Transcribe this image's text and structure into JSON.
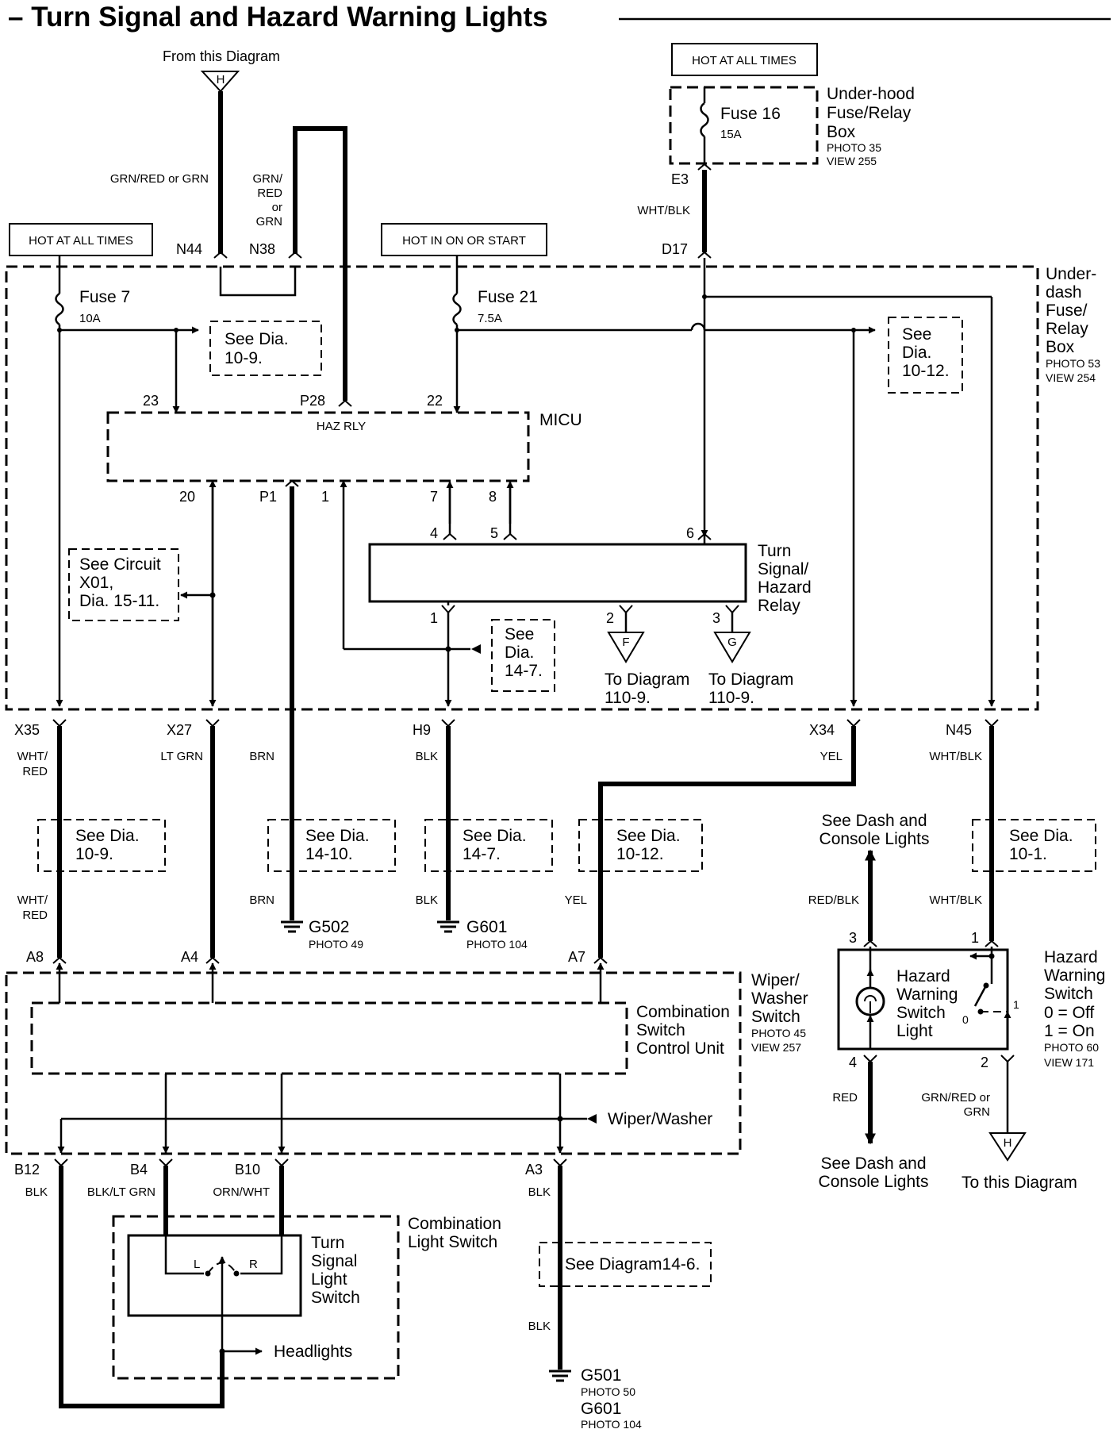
{
  "title": "– Turn Signal and Hazard Warning Lights",
  "top": {
    "from_this_diagram": "From this Diagram",
    "connector_h_letter": "H",
    "wire_n44": "GRN/RED or GRN",
    "wire_n38": [
      "GRN/",
      "RED",
      "or",
      "GRN"
    ],
    "hot_at_all_times_right": "HOT AT ALL TIMES",
    "hot_at_all_times_left": "HOT AT ALL TIMES",
    "hot_in_on_or_start": "HOT IN ON OR START"
  },
  "underhood_box": {
    "fuse_name": "Fuse 16",
    "fuse_rating": "15A",
    "name_lines": [
      "Under-hood",
      "Fuse/Relay",
      "Box"
    ],
    "photo": "PHOTO 35",
    "view": "VIEW 255",
    "term_e3": "E3",
    "wire": "WHT/BLK",
    "term_d17": "D17"
  },
  "underdash_box": {
    "name_lines": [
      "Under-",
      "dash",
      "Fuse/",
      "Relay",
      "Box"
    ],
    "photo": "PHOTO 53",
    "view": "VIEW 254",
    "n44": "N44",
    "n38": "N38",
    "fuse7_name": "Fuse 7",
    "fuse7_rating": "10A",
    "fuse21_name": "Fuse 21",
    "fuse21_rating": "7.5A",
    "see_dia_109": [
      "See Dia.",
      "10-9."
    ],
    "see_dia_1012": [
      "See",
      "Dia.",
      "10-12."
    ],
    "pin_23": "23",
    "pin_p28": "P28",
    "pin_22": "22",
    "haz_rly": "HAZ RLY",
    "micu": "MICU",
    "pin_20": "20",
    "pin_p1": "P1",
    "pin_1": "1",
    "pin_7": "7",
    "pin_8": "8",
    "see_circuit": [
      "See Circuit",
      "X01,",
      "Dia. 15-11."
    ],
    "relay_pin_4": "4",
    "relay_pin_5": "5",
    "relay_pin_6": "6",
    "relay_name": [
      "Turn",
      "Signal/",
      "Hazard",
      "Relay"
    ],
    "relay_pin_1": "1",
    "relay_pin_2": "2",
    "relay_pin_3": "3",
    "conn_f": "F",
    "conn_g": "G",
    "to_diagram_f": [
      "To Diagram",
      "110-9."
    ],
    "to_diagram_g": [
      "To Diagram",
      "110-9."
    ],
    "see_dia_147": [
      "See",
      "Dia.",
      "14-7."
    ]
  },
  "middle": {
    "x35": "X35",
    "x27": "X27",
    "h9": "H9",
    "x34": "X34",
    "n45": "N45",
    "wire_x35": [
      "WHT/",
      "RED"
    ],
    "wire_x27": "LT GRN",
    "wire_brn": "BRN",
    "wire_blk": "BLK",
    "wire_yel": "YEL",
    "wire_n45": "WHT/BLK",
    "see_109": [
      "See Dia.",
      "10-9."
    ],
    "see_1410": [
      "See Dia.",
      "14-10."
    ],
    "see_147": [
      "See Dia.",
      "14-7."
    ],
    "see_1012": [
      "See Dia.",
      "10-12."
    ],
    "see_101": [
      "See Dia.",
      "10-1."
    ],
    "see_dash_top": [
      "See Dash and",
      "Console Lights"
    ],
    "wire_x35_lower": [
      "WHT/",
      "RED"
    ],
    "wire_brn_lower": "BRN",
    "wire_blk_lower": "BLK",
    "wire_yel_lower": "YEL",
    "wire_redblk": "RED/BLK",
    "wire_n45_lower": "WHT/BLK",
    "g502": "G502",
    "g502_photo": "PHOTO 49",
    "g601": "G601",
    "g601_photo": "PHOTO 104"
  },
  "hazard_switch": {
    "pin_3": "3",
    "pin_1": "1",
    "pin_4": "4",
    "pin_2": "2",
    "light_label": [
      "Hazard",
      "Warning",
      "Switch",
      "Light"
    ],
    "pos_0": "0",
    "pos_1": "1",
    "name_lines": [
      "Hazard",
      "Warning",
      "Switch"
    ],
    "off": "0 = Off",
    "on": "1 = On",
    "photo": "PHOTO 60",
    "view": "VIEW 171",
    "wire_red": "RED",
    "wire_grnred": [
      "GRN/RED or",
      "GRN"
    ],
    "see_dash_bottom": [
      "See Dash and",
      "Console Lights"
    ],
    "connector_h_letter": "H",
    "to_this_diagram": "To this Diagram"
  },
  "combination": {
    "a8": "A8",
    "a4": "A4",
    "a7": "A7",
    "control_unit": [
      "Combination",
      "Switch",
      "Control Unit"
    ],
    "wiper_washer_switch": [
      "Wiper/",
      "Washer",
      "Switch"
    ],
    "photo": "PHOTO 45",
    "view": "VIEW 257",
    "wiper_washer": "Wiper/Washer",
    "b12": "B12",
    "b4": "B4",
    "b10": "B10",
    "a3": "A3",
    "wire_b12": "BLK",
    "wire_b4": "BLK/LT GRN",
    "wire_b10": "ORN/WHT",
    "wire_a3": "BLK",
    "light_switch": [
      "Combination",
      "Light Switch"
    ],
    "turn_switch": [
      "Turn",
      "Signal",
      "Light",
      "Switch"
    ],
    "pos_l": "L",
    "pos_r": "R",
    "headlights": "Headlights",
    "see_diagram_146": "See Diagram14-6.",
    "wire_a3_lower": "BLK",
    "g501": "G501",
    "g501_photo": "PHOTO 50",
    "g601": "G601",
    "g601_photo": "PHOTO 104"
  }
}
